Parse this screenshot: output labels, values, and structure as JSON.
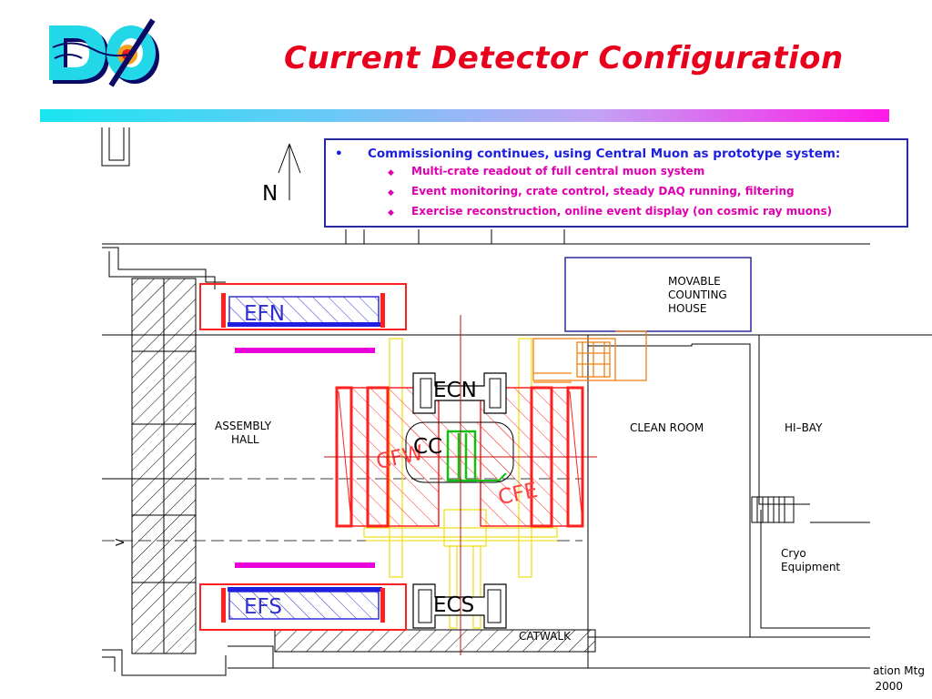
{
  "slide": {
    "title": "Current Detector Configuration",
    "logo_text": "DØ"
  },
  "bullets": {
    "main": "Commissioning continues, using Central Muon as prototype system:",
    "subs": [
      "Multi-crate readout of full central muon system",
      "Event monitoring, crate control, steady DAQ running, filtering",
      "Exercise reconstruction, online event display (on cosmic ray muons)"
    ]
  },
  "floorplan": {
    "north": "N",
    "assembly_hall_1": "ASSEMBLY",
    "assembly_hall_2": "HALL",
    "movable_1": "MOVABLE",
    "movable_2": "COUNTING",
    "movable_3": "HOUSE",
    "clean_room": "CLEAN ROOM",
    "hi_bay": "HI–BAY",
    "cryo_1": "Cryo",
    "cryo_2": "Equipment",
    "catwalk": "CATWALK",
    "efn": "EFN",
    "efs": "EFS",
    "ecn": "ECN",
    "ecs": "ECS",
    "cc": "CC",
    "cfw": "CFW",
    "cfe": "CFE",
    "v_mark": "V"
  },
  "footer": {
    "line1": "ation Mtg",
    "line2": "2000"
  },
  "colors": {
    "title": "#e8001c",
    "bullet_main": "#1e1ee0",
    "bullet_sub": "#e000b0",
    "box_border": "#2a2aa0"
  }
}
